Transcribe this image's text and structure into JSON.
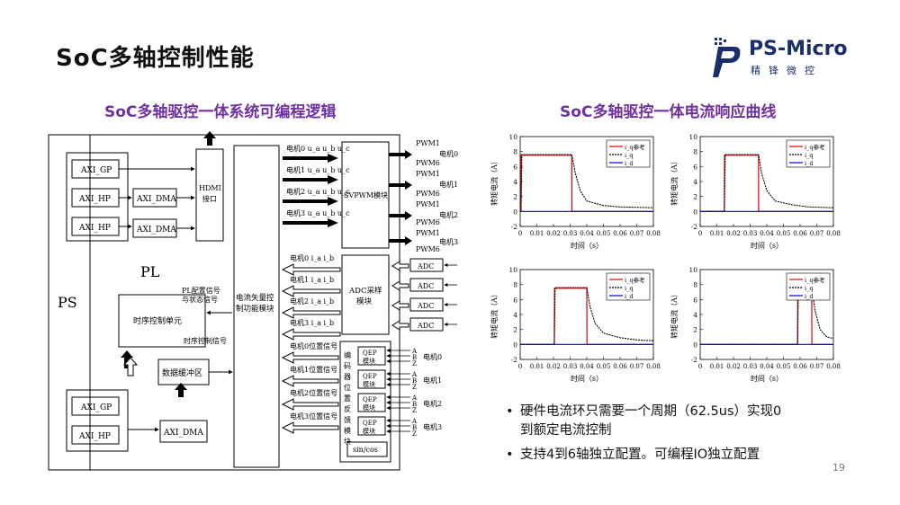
{
  "title": "SoC多轴控制性能",
  "logo": {
    "name": "PS-Micro",
    "cn": "精锋微控"
  },
  "left_subtitle": "SoC多轴驱控一体系统可编程逻辑",
  "right_subtitle": "SoC多轴驱控一体电流响应曲线",
  "diagram": {
    "ps": "PS",
    "pl": "PL",
    "axi_gp": "AXI_GP",
    "axi_hp": "AXI_HP",
    "axi_dma": "AXI_DMA",
    "hdmi": [
      "HDMI",
      "接口"
    ],
    "pl_cfg": [
      "PL配置信号",
      "与状态信号"
    ],
    "timing_unit": "时序控制单元",
    "timing_signal": "时序控制信号",
    "buffer": "数据缓冲区",
    "vector_ctrl": [
      "电流矢量控",
      "制功能模块"
    ],
    "svpwm": "SVPWM模块",
    "adc_sample": [
      "ADC采样",
      "模块"
    ],
    "adc": "ADC",
    "encoder": [
      "编",
      "码",
      "器",
      "位",
      "置",
      "反",
      "馈",
      "模",
      "块"
    ],
    "qep": [
      "QEP",
      "模块"
    ],
    "sincos": "sin/cos",
    "motor_uvw": [
      "电机0 u_a u_b u_c",
      "电机1 u_a u_b u_c",
      "电机2 u_a u_b u_c",
      "电机3 u_a u_b u_c"
    ],
    "motor_i": [
      "电机0  i_a  i_b",
      "电机1  i_a  i_b",
      "电机2  i_a  i_b",
      "电机3  i_a  i_b"
    ],
    "motor_pos": [
      "电机0位置信号",
      "电机1位置信号",
      "电机2位置信号",
      "电机3位置信号"
    ],
    "motors": [
      "电机0",
      "电机1",
      "电机2",
      "电机3"
    ],
    "pwm1": "PWM1",
    "pwm6": "PWM6",
    "abz": [
      "A",
      "B",
      "Z"
    ]
  },
  "chart_data": [
    {
      "type": "line",
      "xlabel": "时间（s）",
      "ylabel": "转矩电流（A）",
      "xlim": [
        0,
        0.08
      ],
      "ylim": [
        -2,
        10
      ],
      "x_ticks": [
        "0",
        "0.01",
        "0.02",
        "0.03",
        "0.04",
        "0.05",
        "0.06",
        "0.07",
        "0.08"
      ],
      "y_ticks": [
        "-2",
        "0",
        "2",
        "4",
        "6",
        "8",
        "10"
      ],
      "legend": [
        "i_q参考",
        "i_q",
        "i_d"
      ],
      "series": [
        {
          "name": "i_q参考",
          "color": "#e00000",
          "x": [
            0,
            0.0005,
            0.0006,
            0.031,
            0.0311,
            0.08
          ],
          "y": [
            0,
            0,
            7.5,
            7.5,
            0,
            0
          ]
        },
        {
          "name": "i_q",
          "color": "#000000",
          "x": [
            0,
            0.0005,
            0.001,
            0.031,
            0.033,
            0.036,
            0.04,
            0.05,
            0.06,
            0.08
          ],
          "y": [
            0,
            0,
            7.6,
            7.6,
            5.2,
            2.8,
            1.4,
            0.8,
            0.6,
            0.5
          ]
        },
        {
          "name": "i_d",
          "color": "#0000cc",
          "x": [
            0,
            0.08
          ],
          "y": [
            0,
            0
          ]
        }
      ]
    },
    {
      "type": "line",
      "xlabel": "时间（s）",
      "ylabel": "转矩电流（A）",
      "xlim": [
        0,
        0.08
      ],
      "ylim": [
        -2,
        10
      ],
      "x_ticks": [
        "0",
        "0.01",
        "0.02",
        "0.03",
        "0.04",
        "0.05",
        "0.06",
        "0.07",
        "0.08"
      ],
      "y_ticks": [
        "-2",
        "0",
        "2",
        "4",
        "6",
        "8",
        "10"
      ],
      "legend": [
        "i_q参考",
        "i_q",
        "i_d"
      ],
      "series": [
        {
          "name": "i_q参考",
          "color": "#e00000",
          "x": [
            0,
            0.0145,
            0.0146,
            0.035,
            0.0351,
            0.08
          ],
          "y": [
            0,
            0,
            7.5,
            7.5,
            0,
            0
          ]
        },
        {
          "name": "i_q",
          "color": "#000000",
          "x": [
            0,
            0.0145,
            0.015,
            0.035,
            0.037,
            0.04,
            0.045,
            0.055,
            0.065,
            0.08
          ],
          "y": [
            0,
            0,
            7.6,
            7.6,
            5.0,
            2.8,
            1.4,
            0.9,
            0.6,
            0.5
          ]
        },
        {
          "name": "i_d",
          "color": "#0000cc",
          "x": [
            0,
            0.08
          ],
          "y": [
            0,
            0
          ]
        }
      ]
    },
    {
      "type": "line",
      "xlabel": "时间（s）",
      "ylabel": "转矩电流（A）",
      "xlim": [
        0,
        0.08
      ],
      "ylim": [
        -2,
        10
      ],
      "x_ticks": [
        "0",
        "0.01",
        "0.02",
        "0.03",
        "0.04",
        "0.05",
        "0.06",
        "0.07",
        "0.08"
      ],
      "y_ticks": [
        "-2",
        "0",
        "2",
        "4",
        "6",
        "8",
        "10"
      ],
      "legend": [
        "i_q参考",
        "i_q",
        "i_d"
      ],
      "series": [
        {
          "name": "i_q参考",
          "color": "#e00000",
          "x": [
            0,
            0.0205,
            0.0206,
            0.04,
            0.0401,
            0.08
          ],
          "y": [
            0,
            0,
            7.5,
            7.5,
            0,
            0
          ]
        },
        {
          "name": "i_q",
          "color": "#000000",
          "x": [
            0,
            0.0205,
            0.021,
            0.04,
            0.042,
            0.045,
            0.05,
            0.06,
            0.07,
            0.08
          ],
          "y": [
            0,
            0,
            7.6,
            7.6,
            5.0,
            2.8,
            1.5,
            0.9,
            0.6,
            0.5
          ]
        },
        {
          "name": "i_d",
          "color": "#0000cc",
          "x": [
            0,
            0.08
          ],
          "y": [
            0,
            0
          ]
        }
      ]
    },
    {
      "type": "line",
      "xlabel": "时间（s）",
      "ylabel": "转矩电流（A）",
      "xlim": [
        0,
        0.08
      ],
      "ylim": [
        -2,
        10
      ],
      "x_ticks": [
        "0",
        "0.01",
        "0.02",
        "0.03",
        "0.04",
        "0.05",
        "0.06",
        "0.07",
        "0.08"
      ],
      "y_ticks": [
        "-2",
        "0",
        "2",
        "4",
        "6",
        "8",
        "10"
      ],
      "legend": [
        "i_q参考",
        "i_q",
        "i_d"
      ],
      "series": [
        {
          "name": "i_q参考",
          "color": "#e00000",
          "x": [
            0,
            0.0585,
            0.0586,
            0.067,
            0.0671,
            0.08
          ],
          "y": [
            0,
            0,
            7.5,
            7.5,
            0,
            0
          ]
        },
        {
          "name": "i_q",
          "color": "#000000",
          "x": [
            0,
            0.0585,
            0.059,
            0.067,
            0.069,
            0.072,
            0.076,
            0.08
          ],
          "y": [
            0,
            0,
            7.6,
            7.6,
            4.5,
            2.0,
            1.0,
            0.8
          ]
        },
        {
          "name": "i_d",
          "color": "#0000cc",
          "x": [
            0,
            0.08
          ],
          "y": [
            0,
            0
          ]
        }
      ]
    }
  ],
  "bullets": [
    [
      "硬件电流环只需要一个周期（62.5us）实现0",
      "到额定电流控制"
    ],
    [
      "支持4到6轴独立配置。可编程IO独立配置"
    ]
  ],
  "page_number": "19"
}
